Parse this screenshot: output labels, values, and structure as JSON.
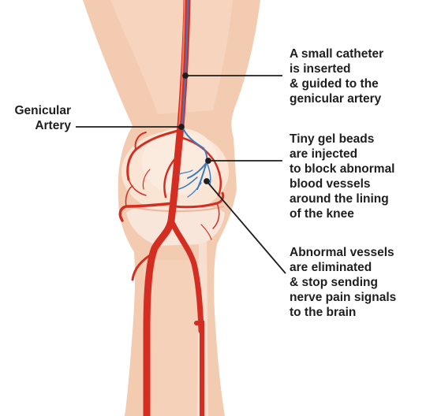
{
  "labels": {
    "genicular": [
      "Genicular",
      "Artery"
    ],
    "catheter": [
      "A small catheter",
      "is inserted",
      "& guided to the",
      "genicular artery"
    ],
    "beads": [
      "Tiny gel beads",
      "are injected",
      "to block abnormal",
      "blood vessels",
      "around the lining",
      "of the knee"
    ],
    "abnormal": [
      "Abnormal vessels",
      "are eliminated",
      "& stop sending",
      "nerve pain signals",
      "to the brain"
    ]
  },
  "colors": {
    "skin": "#f3cbb1",
    "skin_light": "#fae4d4",
    "artery": "#d42e22",
    "artery_dark": "#b81f17",
    "catheter": "#3a7cc4",
    "bone": "#f6e3d6",
    "leader": "#1e1e1e"
  }
}
